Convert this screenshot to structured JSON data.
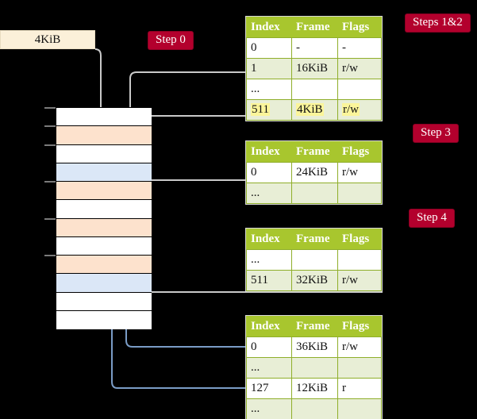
{
  "diagram": {
    "title": "multi-level page table walk",
    "colors": {
      "background": "#000000",
      "badge": "#b3002d",
      "table_header": "#a8c62e",
      "table_row_alt": "#e8eed6",
      "highlight": "#fbf59a",
      "page_box": "#fbf0d9",
      "mem_orange": "#fde2cd",
      "mem_blue": "#dbe7f7",
      "wire_gray": "#b8b8b8",
      "wire_blue": "#7a9cc6"
    }
  },
  "badges": [
    {
      "id": "step0",
      "label": "Step 0"
    },
    {
      "id": "steps12",
      "label": "Steps 1&2"
    },
    {
      "id": "step3",
      "label": "Step 3"
    },
    {
      "id": "step4",
      "label": "Step 4"
    }
  ],
  "page_box": {
    "label": "4KiB"
  },
  "memory_column": {
    "row_count": 12,
    "rows": [
      {
        "index": 0,
        "fill": "white",
        "tick": true
      },
      {
        "index": 1,
        "fill": "orange",
        "tick": true
      },
      {
        "index": 2,
        "fill": "white",
        "tick": true
      },
      {
        "index": 3,
        "fill": "blue",
        "tick": false
      },
      {
        "index": 4,
        "fill": "orange",
        "tick": true
      },
      {
        "index": 5,
        "fill": "white",
        "tick": false
      },
      {
        "index": 6,
        "fill": "orange",
        "tick": true
      },
      {
        "index": 7,
        "fill": "white",
        "tick": false
      },
      {
        "index": 8,
        "fill": "orange",
        "tick": true
      },
      {
        "index": 9,
        "fill": "blue",
        "tick": false
      },
      {
        "index": 10,
        "fill": "white",
        "tick": false
      },
      {
        "index": 11,
        "fill": "white",
        "tick": false
      }
    ]
  },
  "tables": [
    {
      "id": "table-l1",
      "headers": [
        "Index",
        "Frame",
        "Flags"
      ],
      "rows": [
        {
          "index": "0",
          "frame": "-",
          "flags": "-",
          "highlight": false
        },
        {
          "index": "1",
          "frame": "16KiB",
          "flags": "r/w",
          "highlight": false
        },
        {
          "index": "...",
          "frame": "",
          "flags": "",
          "highlight": false
        },
        {
          "index": "511",
          "frame": "4KiB",
          "flags": "r/w",
          "highlight": true
        }
      ]
    },
    {
      "id": "table-l2",
      "headers": [
        "Index",
        "Frame",
        "Flags"
      ],
      "rows": [
        {
          "index": "0",
          "frame": "24KiB",
          "flags": "r/w",
          "highlight": false
        },
        {
          "index": "...",
          "frame": "",
          "flags": "",
          "highlight": false
        }
      ]
    },
    {
      "id": "table-l3",
      "headers": [
        "Index",
        "Frame",
        "Flags"
      ],
      "rows": [
        {
          "index": "...",
          "frame": "",
          "flags": "",
          "highlight": false
        },
        {
          "index": "511",
          "frame": "32KiB",
          "flags": "r/w",
          "highlight": false
        }
      ]
    },
    {
      "id": "table-l4",
      "headers": [
        "Index",
        "Frame",
        "Flags"
      ],
      "rows": [
        {
          "index": "0",
          "frame": "36KiB",
          "flags": "r/w",
          "highlight": false
        },
        {
          "index": "...",
          "frame": "",
          "flags": "",
          "highlight": false
        },
        {
          "index": "127",
          "frame": "12KiB",
          "flags": "r",
          "highlight": false
        },
        {
          "index": "...",
          "frame": "",
          "flags": "",
          "highlight": false
        }
      ]
    }
  ]
}
